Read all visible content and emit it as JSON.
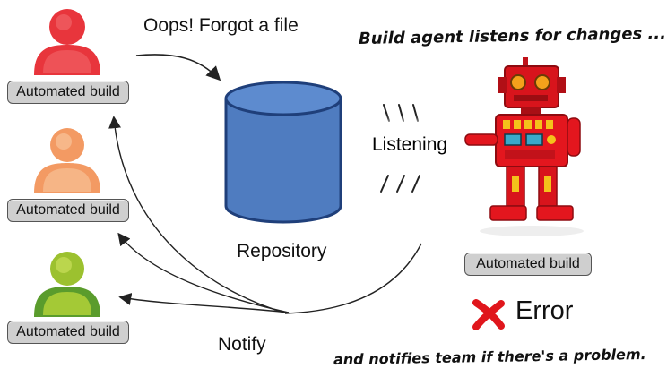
{
  "people": [
    {
      "label": "Automated build",
      "color": "#e8353c",
      "light": "#f26a6e"
    },
    {
      "label": "Automated build",
      "color": "#f39a63",
      "light": "#f8c39a"
    },
    {
      "label": "Automated build",
      "color": "#5a9c2c",
      "light": "#b7d43a"
    }
  ],
  "oops_text": "Oops! Forgot a file",
  "repository_label": "Repository",
  "listening_label": "Listening",
  "robot_label": "Automated build",
  "error_label": "Error",
  "notify_label": "Notify",
  "top_handwritten": "Build agent listens for changes ...",
  "bottom_handwritten": "and notifies team if there's a problem."
}
